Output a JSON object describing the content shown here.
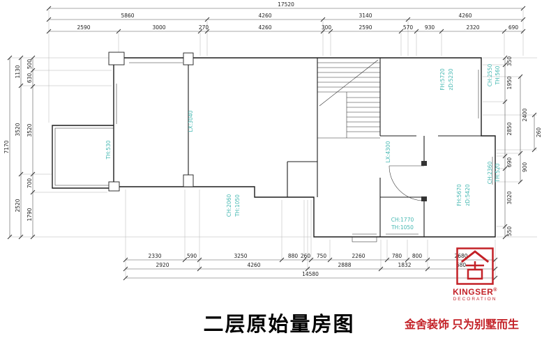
{
  "title": "二层原始量房图",
  "brand": {
    "name": "KINGSER",
    "reg": "®",
    "subtitle": "DECORATION",
    "tagline": "金舍装饰 只为别墅而生"
  },
  "colors": {
    "accent_red": "#c32127",
    "label_teal": "#45b8b2",
    "line_color": "#1c1c1c"
  },
  "dims": {
    "top_total": "17520",
    "top_row2": [
      "5860",
      "4260",
      "3140",
      "4260"
    ],
    "top_row3": [
      "2590",
      "3000",
      "270",
      "4260",
      "300",
      "2590",
      "570",
      "930",
      "2320",
      "690"
    ],
    "left_total": "7170",
    "left_mid": [
      "1130",
      "3520",
      "2520"
    ],
    "left_inner": [
      "500",
      "630",
      "3520",
      "700",
      "1790"
    ],
    "right_inner": [
      "350",
      "1950",
      "2850",
      "690",
      "3020",
      "550"
    ],
    "right_outer": [
      "2400",
      "900"
    ],
    "right_far": "260",
    "bottom_row1": [
      "2330",
      "590",
      "3250",
      "880",
      "260",
      "750",
      "2260",
      "780",
      "800",
      "2680"
    ],
    "bottom_row2": [
      "2920",
      "4260",
      "2888",
      "1832",
      "680"
    ],
    "bottom_total": "14580"
  },
  "labels": {
    "th530": "TH:530",
    "lx3040": "LX:3040",
    "ch2060": "CH:2060",
    "th1050a": "TH:1050",
    "lx4300": "LX:4300",
    "ch1770": "CH:1770",
    "th1050b": "TH:1050",
    "fh5720": "FH:5720",
    "zd5230": "zD:5230",
    "ch2550": "CH:2550",
    "th560": "TH:560",
    "ch2360": "CH:2360",
    "th520": "TH:520",
    "fh5670": "FH:5670",
    "zd5420": "zD:5420"
  }
}
